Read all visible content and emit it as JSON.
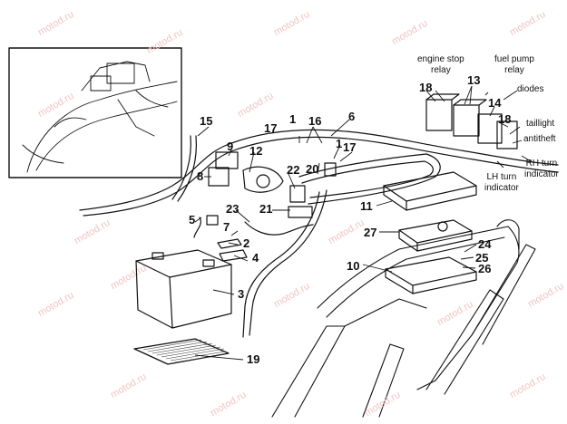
{
  "callouts": [
    "1",
    "1",
    "2",
    "3",
    "4",
    "5",
    "6",
    "7",
    "8",
    "9",
    "10",
    "11",
    "12",
    "13",
    "14",
    "15",
    "16",
    "17",
    "17",
    "18",
    "18",
    "19",
    "20",
    "21",
    "22",
    "23",
    "24",
    "25",
    "26",
    "27"
  ],
  "labels": {
    "engine_stop_relay": "engine stop\nrelay",
    "fuel_pump_relay": "fuel pump\nrelay",
    "diodes": "diodes",
    "taillight": "taillight",
    "antitheft": "antitheft",
    "rh_turn_indicator": "RH turn\nindicator",
    "lh_turn_indicator": "LH turn\nindicator"
  },
  "watermark": "motod.ru"
}
